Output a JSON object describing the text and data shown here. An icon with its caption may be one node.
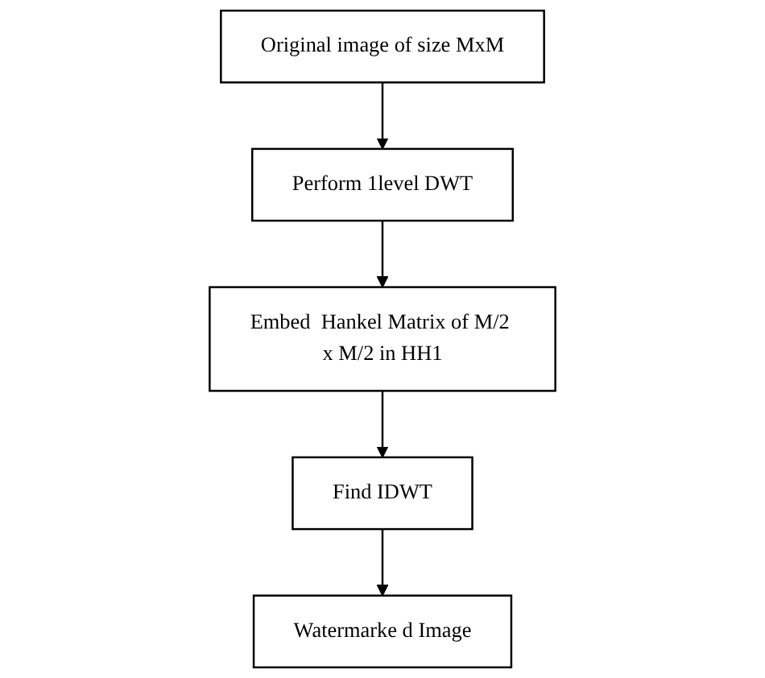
{
  "diagram": {
    "nodes": [
      {
        "text": [
          "Original image of size MxM"
        ]
      },
      {
        "text": [
          "Perform 1level DWT"
        ]
      },
      {
        "text": [
          "Embed  Hankel Matrix of M/2 x M/2 in HH1"
        ]
      },
      {
        "text": [
          "Find IDWT"
        ]
      },
      {
        "text": [
          "Watermarke d Image"
        ]
      }
    ],
    "edges": [
      {
        "from": 0,
        "to": 1,
        "arrow": "to"
      },
      {
        "from": 1,
        "to": 2,
        "arrow": "to"
      },
      {
        "from": 2,
        "to": 3,
        "arrow": "to"
      },
      {
        "from": 3,
        "to": 4,
        "arrow": "to"
      }
    ]
  }
}
